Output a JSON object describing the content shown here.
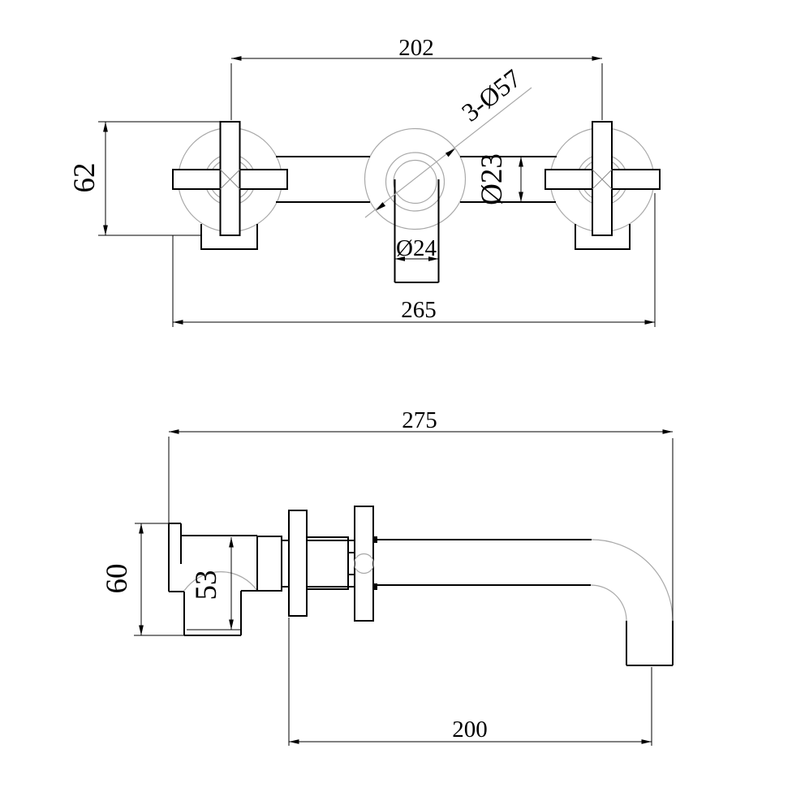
{
  "drawing": {
    "type": "technical-drawing",
    "subject": "wall-mounted basin mixer tap, two views",
    "colors": {
      "background": "#ffffff",
      "object_line": "#000000",
      "thin_line": "#a8a8a8"
    },
    "front_view": {
      "handle_spacing": "202",
      "handle_height": "62",
      "overall_width": "265",
      "spout_width": "Ø24",
      "pipe_diameter": "Ø23",
      "escutcheon_note": "3-Ø57"
    },
    "side_view": {
      "overall_projection": "275",
      "body_height": "60",
      "body_inner_height": "53",
      "spout_reach": "200"
    }
  }
}
